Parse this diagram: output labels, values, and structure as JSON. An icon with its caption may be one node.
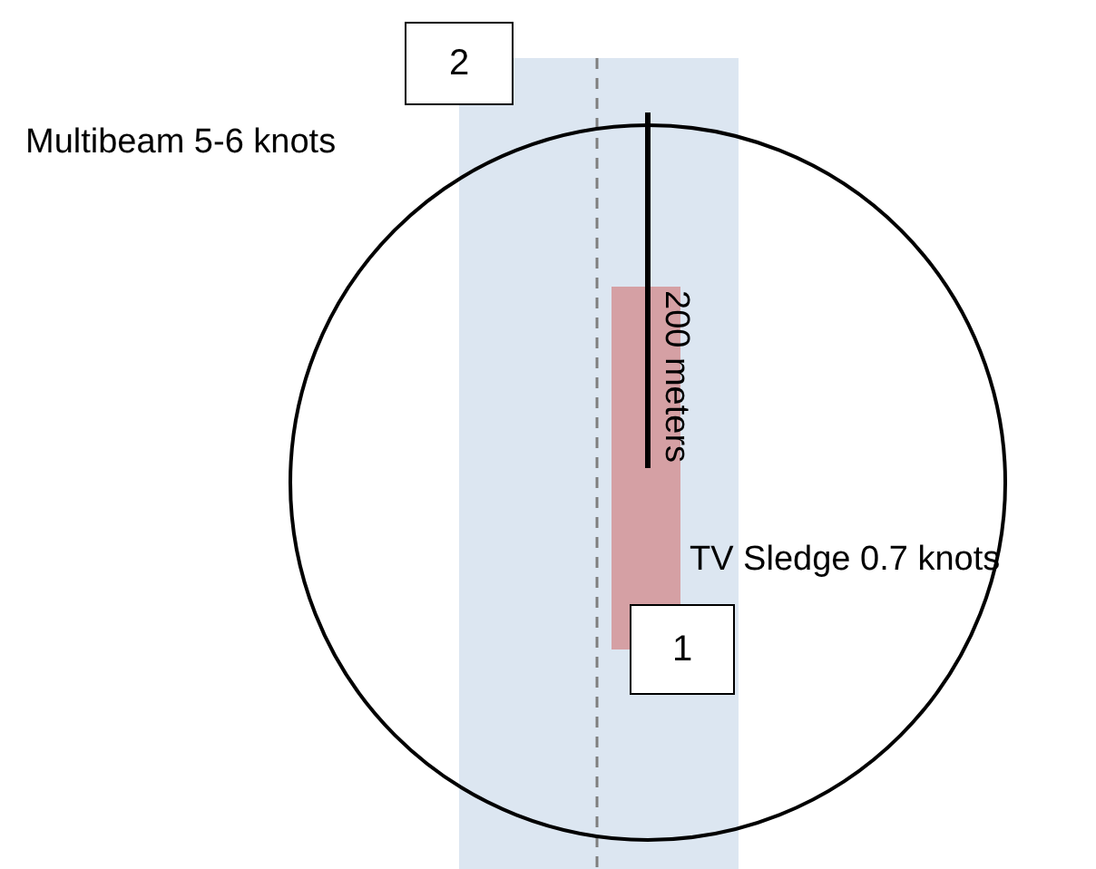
{
  "diagram": {
    "nodes": [
      {
        "text": [
          "2"
        ]
      },
      {
        "text": [
          "1"
        ]
      }
    ],
    "labels": [
      "Multibeam 5-6 knots",
      "200 meters",
      "TV Sledge 0.7 knots"
    ]
  }
}
